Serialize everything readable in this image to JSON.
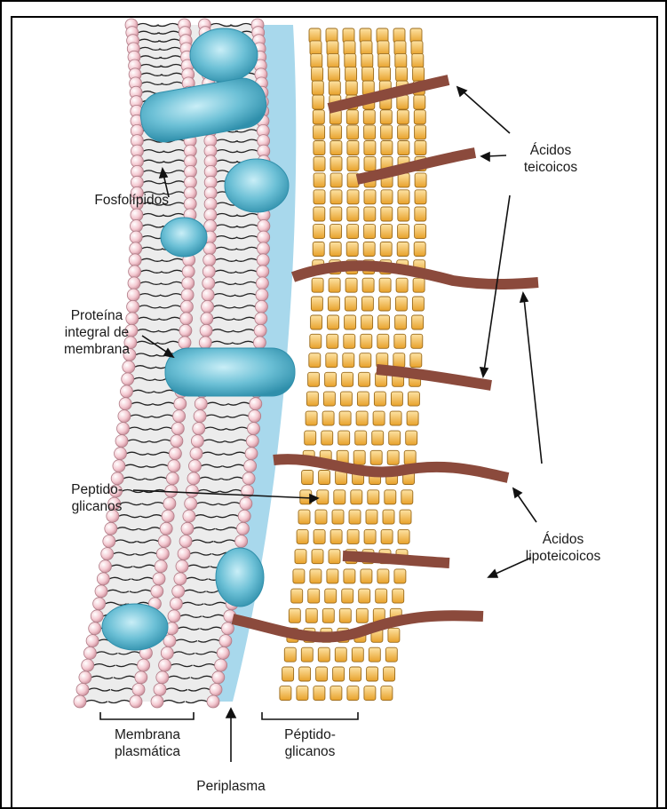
{
  "labels": {
    "fosfolipidos": "Fosfolípidos",
    "proteina_line1": "Proteína",
    "proteina_line2": "integral de",
    "proteina_line3": "membrana",
    "peptido_left_line1": "Peptido-",
    "peptido_left_line2": "glicanos",
    "acidos_teicoicos_line1": "Ácidos",
    "acidos_teicoicos_line2": "teicoicos",
    "acidos_lipoteicoicos_line1": "Ácidos",
    "acidos_lipoteicoicos_line2": "lipoteicoicos",
    "membrana_line1": "Membrana",
    "membrana_line2": "plasmática",
    "peptido_bottom_line1": "Péptido-",
    "peptido_bottom_line2": "glicanos",
    "periplasma": "Periplasma"
  },
  "colors": {
    "phospholipid_head": "#f2c4cc",
    "bilayer_core": "#e6e6e6",
    "protein": "#5fb8cf",
    "periplasm": "#a8d8ec",
    "peptidoglycan": "#f5b84a",
    "teichoic_acid": "#8b4a3c"
  }
}
